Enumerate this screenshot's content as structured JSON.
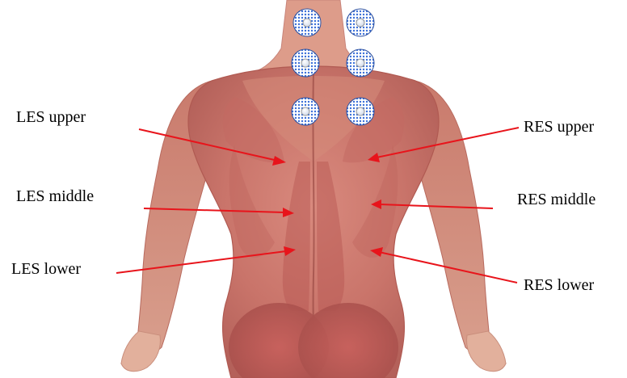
{
  "labels": {
    "les_upper": "LES upper",
    "les_middle": "LES middle",
    "les_lower": "LES lower",
    "res_upper": "RES upper",
    "res_middle": "RES middle",
    "res_lower": "RES lower"
  },
  "electrodes": {
    "count": 6,
    "columns": 2,
    "rows": 3
  },
  "colors": {
    "arrow": "#e8141b",
    "muscle": "#c9746a",
    "muscle_dark": "#a04a44",
    "skin": "#e8b4a0",
    "electrode": "#3a6fd8",
    "background": "#ffffff"
  }
}
